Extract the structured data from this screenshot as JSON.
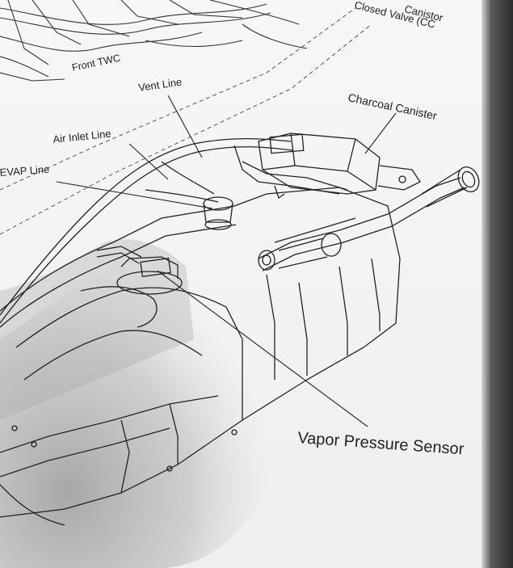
{
  "diagram": {
    "labels": {
      "canistor_closed_valve_top": "Canistor",
      "canistor_closed_valve_bottom": "Closed Valve (CC",
      "front_twc": "Front TWC",
      "vent_line": "Vent Line",
      "charcoal_canister": "Charcoal Canister",
      "air_inlet_line": "Air Inlet Line",
      "evap_line": "EVAP Line",
      "vapor_pressure_sensor": "Vapor Pressure Sensor"
    }
  }
}
